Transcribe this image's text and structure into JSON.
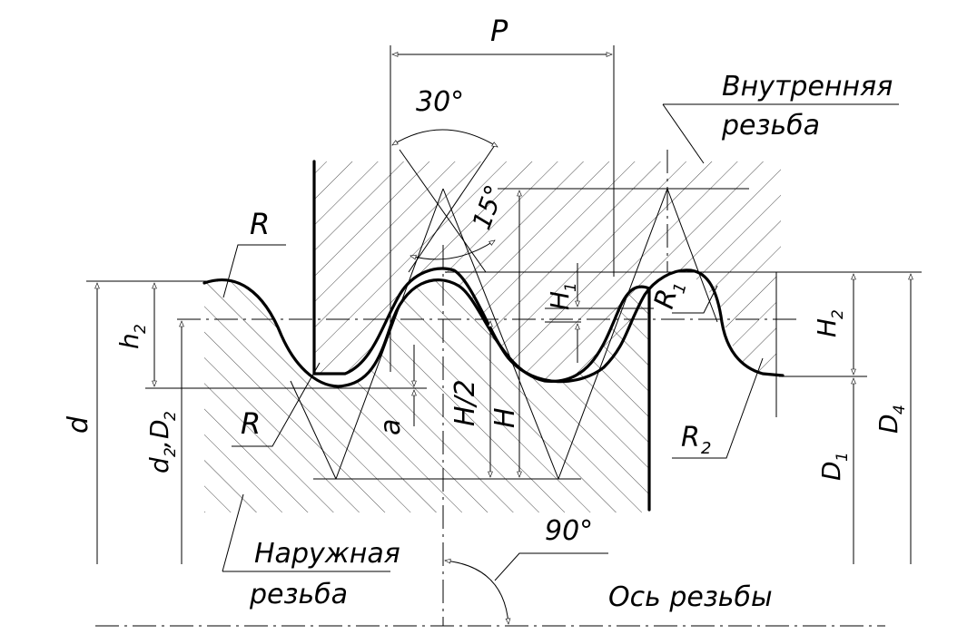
{
  "labels": {
    "pitch": "P",
    "angle_30": "30°",
    "angle_15": "15°",
    "angle_90": "90°",
    "internal_thread_line1": "Внутренняя",
    "internal_thread_line2": "резьба",
    "external_thread_line1": "Наружная",
    "external_thread_line2": "резьба",
    "thread_axis": "Ось резьбы",
    "radius_top": "R",
    "radius_bottom": "R",
    "radius_r1": "R",
    "radius_r1_sub": "1",
    "radius_r2": "R",
    "radius_r2_sub": "2",
    "h1": "H",
    "h1_sub": "1",
    "h2_upper": "H",
    "h2_upper_sub": "2",
    "h2_lower": "h",
    "h2_lower_sub": "2",
    "half_h": "H/2",
    "full_h": "H",
    "clearance_a": "a",
    "major_d": "d",
    "pitch_d": "d",
    "pitch_d_sub": "2",
    "pitch_d_sep": ",",
    "pitch_D": "D",
    "pitch_D_sub": "2",
    "minor_D1": "D",
    "minor_D1_sub": "1",
    "major_D4": "D",
    "major_D4_sub": "4"
  }
}
